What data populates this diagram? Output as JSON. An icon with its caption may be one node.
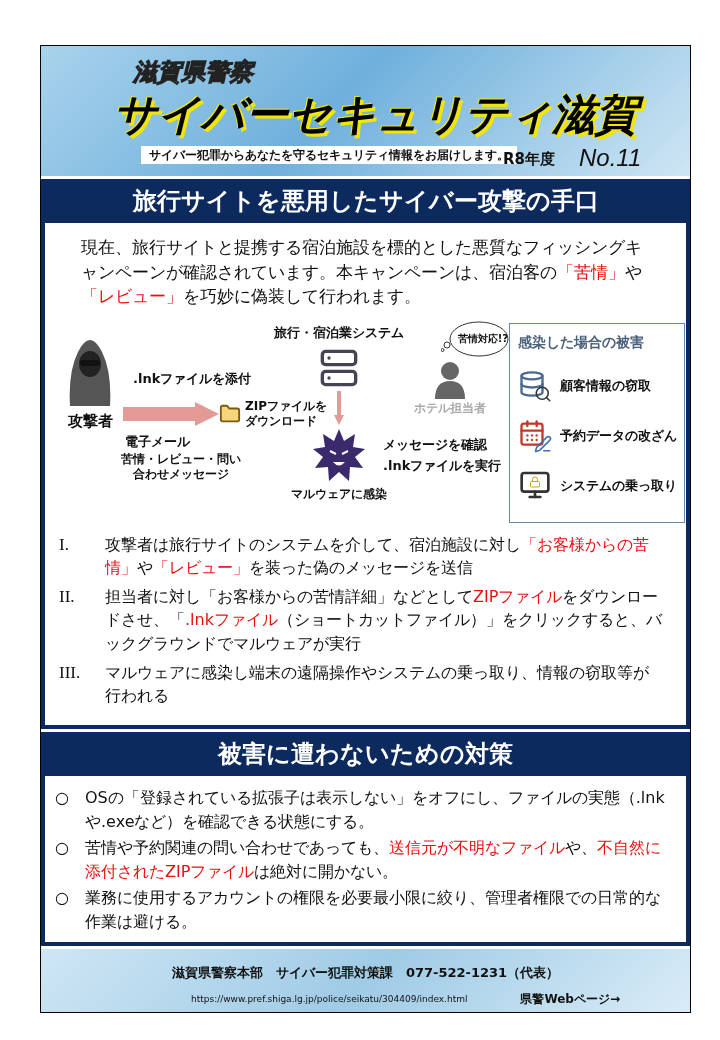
{
  "diagram": {
    "title": "サイバーセキュリティ滋賀",
    "nodes": [
      {
        "text": [
          "攻撃者"
        ]
      },
      {
        "text": [
          "旅行・宿泊業システム"
        ]
      },
      {
        "text": [
          "ホテル担当者"
        ]
      },
      {
        "text": [
          "苦情対応!?"
        ]
      },
      {
        "text": [
          "ZIPファイルをダウンロード"
        ]
      },
      {
        "text": [
          "マルウェアに感染"
        ],
        "beside": [
          "メッセージを確認",
          ".lnkファイルを実行"
        ]
      },
      {
        "text": [
          "感染した場合の被害"
        ]
      },
      {
        "text": [
          "顧客情報の窃取"
        ],
        "in": 6
      },
      {
        "text": [
          "予約データの改ざん"
        ],
        "in": 6
      },
      {
        "text": [
          "システムの乗っ取り"
        ],
        "in": 6
      }
    ],
    "edges": [
      {
        "from": 0,
        "to": 4,
        "arrow": "to",
        "style": "thick"
      },
      {
        "from": 1,
        "to": 5,
        "arrow": "to"
      }
    ],
    "labels": [
      "滋賀県警察",
      "サイバー犯罪からあなたを守るセキュリティ情報をお届けします。",
      "R8年度",
      "No.11",
      "旅行サイトを悪用したサイバー攻撃の手口",
      "現在、旅行サイトと提携する宿泊施設を標的とした悪質なフィッシングキャンペーンが確認されています。本キャンペーンは、宿泊客の**「苦情」**や**「レビュー」**を巧妙に偽装して行われます。",
      ".lnkファイルを添付",
      "電子メール",
      "苦情・レビュー・問い合わせメッセージ",
      "I.",
      "攻撃者は旅行サイトのシステムを介して、宿泊施設に対し**「お客様からの苦情」**や**「レビュー」**を装った偽のメッセージを送信",
      "II.",
      "担当者に対し「お客様からの苦情詳細」などとして**ZIPファイル**をダウンロードさせ、「**.lnkファイル**（ショートカットファイル）」をクリックすると、バックグラウンドでマルウェアが実行",
      "III.",
      "マルウェアに感染し端末の遠隔操作やシステムの乗っ取り、情報の窃取等が行われる",
      "被害に遭わないための対策",
      "○",
      "OSの「登録されている拡張子は表示しない」をオフにし、ファイルの実態（.lnkや.exeなど）を確認できる状態にする。",
      "○",
      "苦情や予約関連の問い合わせであっても、**送信元が不明なファイル**や、**不自然に添付されたZIPファイル**は絶対に開かない。",
      "○",
      "業務に使用するアカウントの権限を必要最小限に絞り、管理者権限での日常的な作業は避ける。",
      "滋賀県警察本部　サイバー犯罪対策課　077-522-1231（代表）",
      "https://www.pref.shiga.lg.jp/police/seikatu/304409/index.html",
      "県警Webページ→"
    ]
  }
}
